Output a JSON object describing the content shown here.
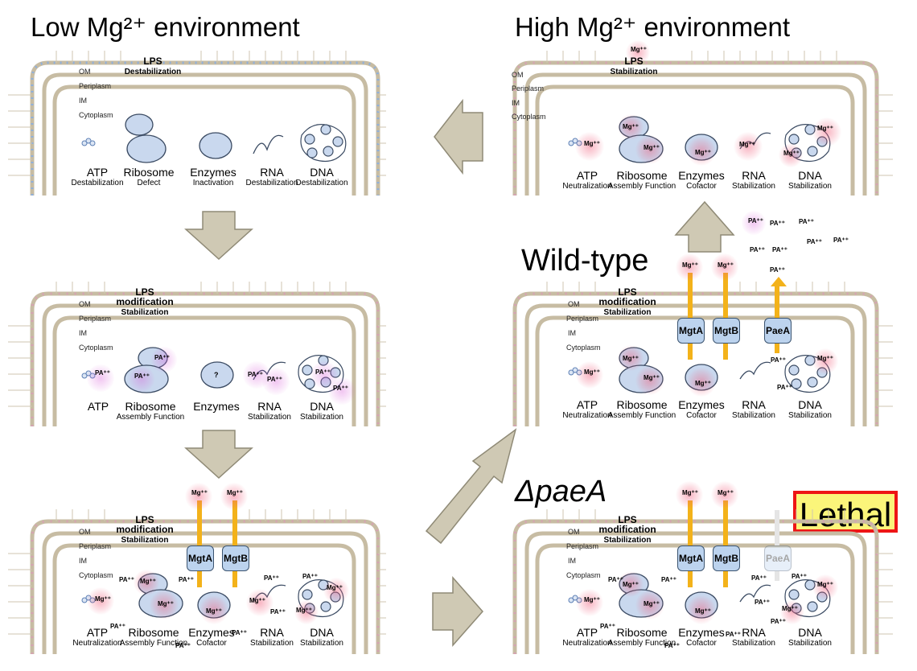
{
  "headings": {
    "low_env": "Low Mg²⁺ environment",
    "high_env": "High Mg²⁺ environment",
    "wild_type": "Wild-type",
    "delta_paeA": "ΔpaeA"
  },
  "layers": {
    "om": "OM",
    "periplasm": "Periplasm",
    "im": "IM",
    "cytoplasm": "Cytoplasm"
  },
  "ions": {
    "mg": "Mg⁺⁺",
    "pa": "PA⁺⁺"
  },
  "channels": {
    "mgtA": "MgtA",
    "mgtB": "MgtB",
    "paeA": "PaeA"
  },
  "lethal": "Lethal",
  "colors": {
    "membrane": "#c7bca3",
    "stalk": "#f3b21a",
    "channel": "#bcd3ee",
    "lethal_border": "#ee1515",
    "lethal_fill": "#fbf57a"
  },
  "panels": {
    "low": {
      "lps_title": "LPS",
      "lps_sub": "Destabilization",
      "atp": {
        "name": "ATP",
        "desc": "Destabilization"
      },
      "ribosome": {
        "name": "Ribosome",
        "desc": "Defect"
      },
      "enzymes": {
        "name": "Enzymes",
        "desc": "Inactivation"
      },
      "rna": {
        "name": "RNA",
        "desc": "Destabilization"
      },
      "dna": {
        "name": "DNA",
        "desc": "Destabilization"
      }
    },
    "high": {
      "lps_title": "LPS",
      "lps_sub": "Stabilization",
      "atp": {
        "name": "ATP",
        "desc": "Neutralization"
      },
      "ribosome": {
        "name": "Ribosome",
        "desc": "Assembly Function"
      },
      "enzymes": {
        "name": "Enzymes",
        "desc": "Cofactor"
      },
      "rna": {
        "name": "RNA",
        "desc": "Stabilization"
      },
      "dna": {
        "name": "DNA",
        "desc": "Stabilization"
      }
    },
    "mid_left": {
      "lps_title": "LPS",
      "lps_mod": "modification",
      "lps_sub": "Stabilization",
      "atp": {
        "name": "ATP",
        "desc": ""
      },
      "ribosome": {
        "name": "Ribosome",
        "desc": "Assembly Function"
      },
      "enzymes": {
        "name": "Enzymes",
        "desc": "",
        "unknown": "?"
      },
      "rna": {
        "name": "RNA",
        "desc": "Stabilization"
      },
      "dna": {
        "name": "DNA",
        "desc": "Stabilization"
      }
    },
    "bottom_left": {
      "lps_title": "LPS",
      "lps_mod": "modification",
      "lps_sub": "Stabilization",
      "atp": {
        "name": "ATP",
        "desc": "Neutralization"
      },
      "ribosome": {
        "name": "Ribosome",
        "desc": "Assembly Function"
      },
      "enzymes": {
        "name": "Enzymes",
        "desc": "Cofactor"
      },
      "rna": {
        "name": "RNA",
        "desc": "Stabilization"
      },
      "dna": {
        "name": "DNA",
        "desc": "Stabilization"
      }
    },
    "wild": {
      "lps_title": "LPS",
      "lps_mod": "modification",
      "lps_sub": "Stabilization",
      "atp": {
        "name": "ATP",
        "desc": "Neutralization"
      },
      "ribosome": {
        "name": "Ribosome",
        "desc": "Assembly Function"
      },
      "enzymes": {
        "name": "Enzymes",
        "desc": "Cofactor"
      },
      "rna": {
        "name": "RNA",
        "desc": "Stabilization"
      },
      "dna": {
        "name": "DNA",
        "desc": "Stabilization"
      }
    },
    "mutant": {
      "lps_title": "LPS",
      "lps_mod": "modification",
      "lps_sub": "Stabilization",
      "atp": {
        "name": "ATP",
        "desc": "Neutralization"
      },
      "ribosome": {
        "name": "Ribosome",
        "desc": "Assembly Function"
      },
      "enzymes": {
        "name": "Enzymes",
        "desc": "Cofactor"
      },
      "rna": {
        "name": "RNA",
        "desc": "Stabilization"
      },
      "dna": {
        "name": "DNA",
        "desc": "Stabilization"
      }
    }
  }
}
